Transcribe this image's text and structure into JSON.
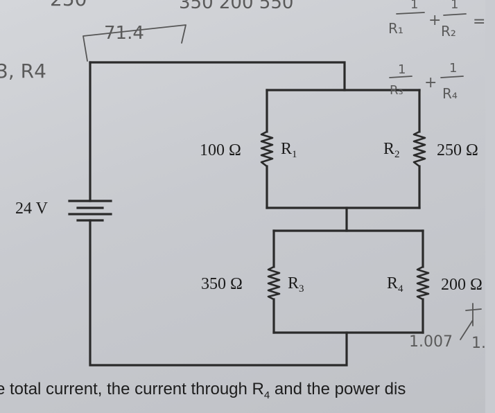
{
  "labels": {
    "r1_value": "100 Ω",
    "r1_name": "R",
    "r1_sub": "1",
    "r2_name": "R",
    "r2_sub": "2",
    "r2_value": "250 Ω",
    "r3_value": "350 Ω",
    "r3_name": "R",
    "r3_sub": "3",
    "r4_name": "R",
    "r4_sub": "4",
    "r4_value": "200 Ω",
    "battery": "24 V"
  },
  "handwritten": {
    "top_left": "250",
    "top_numbers": "350  200  550",
    "boxed": "71.4",
    "side": "3, R4",
    "fraction_1": "R₁",
    "fraction_2": "R₂",
    "fraction_3": "R₃",
    "fraction_4": "R₄",
    "fraction_one": "1",
    "plus": "+",
    "equals": "=",
    "bottom_right": "1.007",
    "bottom_far": "1."
  },
  "caption": {
    "before": "e total current, the current through R",
    "sub": "4",
    "after": " and the power dis"
  }
}
